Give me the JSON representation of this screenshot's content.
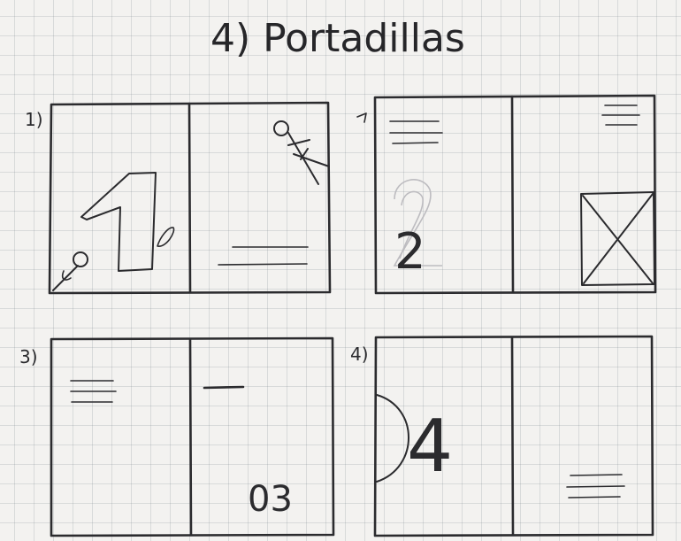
{
  "title": "4) Portadillas",
  "panels": [
    {
      "label": "1)",
      "number": "1"
    },
    {
      "label": "",
      "number": "2"
    },
    {
      "label": "3)",
      "number": "03"
    },
    {
      "label": "4)",
      "number": "4"
    }
  ],
  "colors": {
    "ink": "#2b2b2e",
    "paper": "#f3f2f0",
    "grid": "#a9b0b6"
  }
}
